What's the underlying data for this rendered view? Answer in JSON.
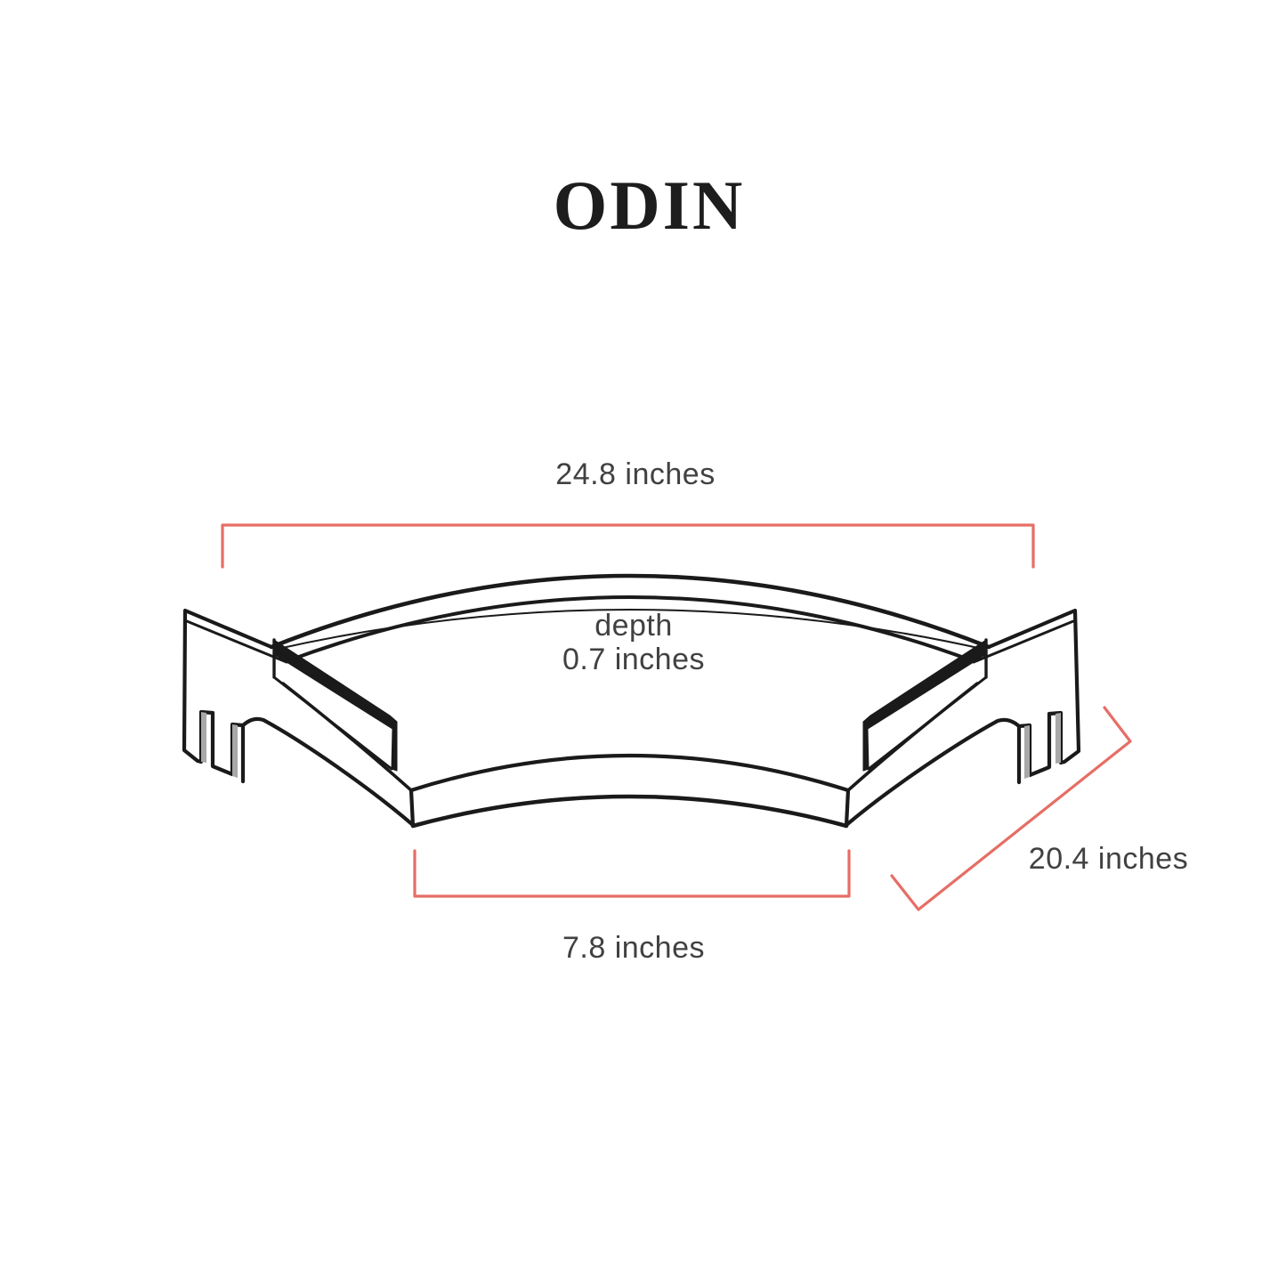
{
  "page": {
    "background": "#ffffff"
  },
  "header": {
    "title": "ODIN"
  },
  "diagram": {
    "dimensions": {
      "top_width": "24.8 inches",
      "depth_label": "depth",
      "depth_value": "0.7 inches",
      "bottom_width": "7.8 inches",
      "side_depth": "20.4 inches"
    },
    "colors": {
      "line": "#1a1a1a",
      "dimension_line": "#e66e65",
      "label_text": "#414141",
      "slot_shading": "#a8a8a8",
      "title_text": "#1d1d1d"
    }
  }
}
